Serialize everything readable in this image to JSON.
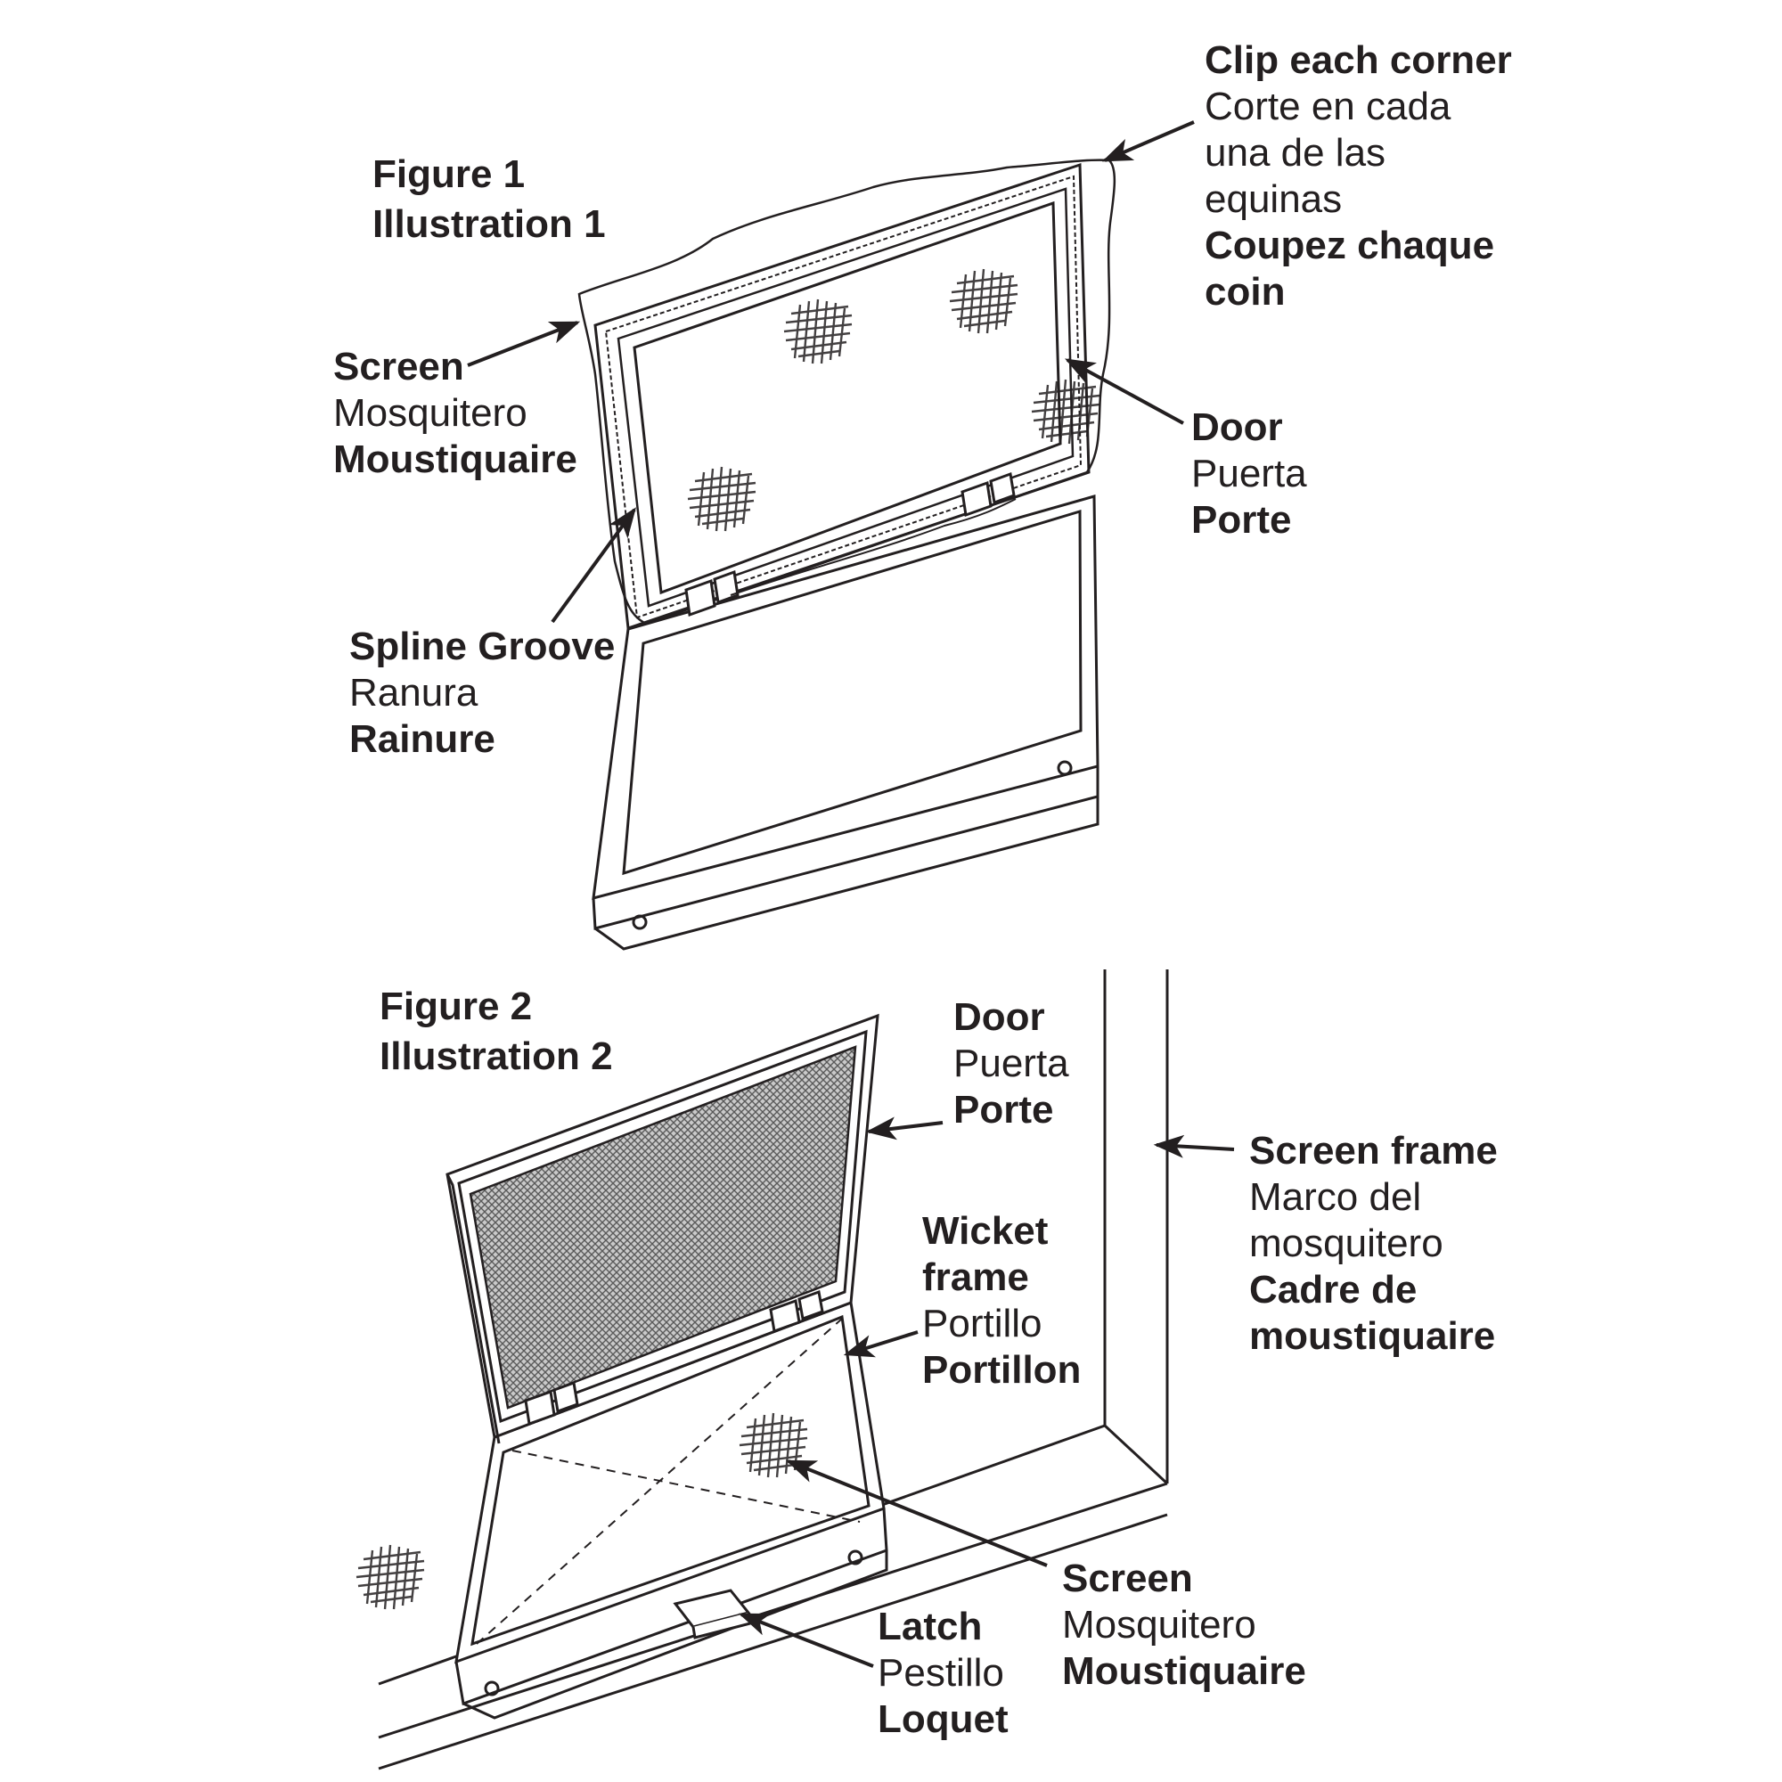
{
  "figure1": {
    "heading": [
      "Figure 1",
      "Illustration 1"
    ],
    "labels": {
      "clip_corner": {
        "en": "Clip each corner",
        "es": [
          "Corte en cada",
          "una de las",
          "equinas"
        ],
        "fr": [
          "Coupez chaque",
          "coin"
        ]
      },
      "screen": {
        "en": "Screen",
        "es": "Mosquitero",
        "fr": "Moustiquaire"
      },
      "door": {
        "en": "Door",
        "es": "Puerta",
        "fr": "Porte"
      },
      "spline_groove": {
        "en": "Spline Groove",
        "es": "Ranura",
        "fr": "Rainure"
      }
    }
  },
  "figure2": {
    "heading": [
      "Figure 2",
      "Illustration 2"
    ],
    "labels": {
      "door": {
        "en": "Door",
        "es": "Puerta",
        "fr": "Porte"
      },
      "screen_frame": {
        "en": "Screen frame",
        "es": [
          "Marco del",
          "mosquitero"
        ],
        "fr": [
          "Cadre de",
          "moustiquaire"
        ]
      },
      "wicket_frame": {
        "en": [
          "Wicket",
          "frame"
        ],
        "es": "Portillo",
        "fr": "Portillon"
      },
      "screen": {
        "en": "Screen",
        "es": "Mosquitero",
        "fr": "Moustiquaire"
      },
      "latch": {
        "en": "Latch",
        "es": "Pestillo",
        "fr": "Loquet"
      }
    }
  },
  "colors": {
    "ink": "#231f20",
    "paper": "#ffffff",
    "mesh": "#5a5a5a"
  },
  "icons": [
    "arrow-icon",
    "mesh-patch-icon",
    "hinge-icon",
    "screw-hole-icon"
  ]
}
